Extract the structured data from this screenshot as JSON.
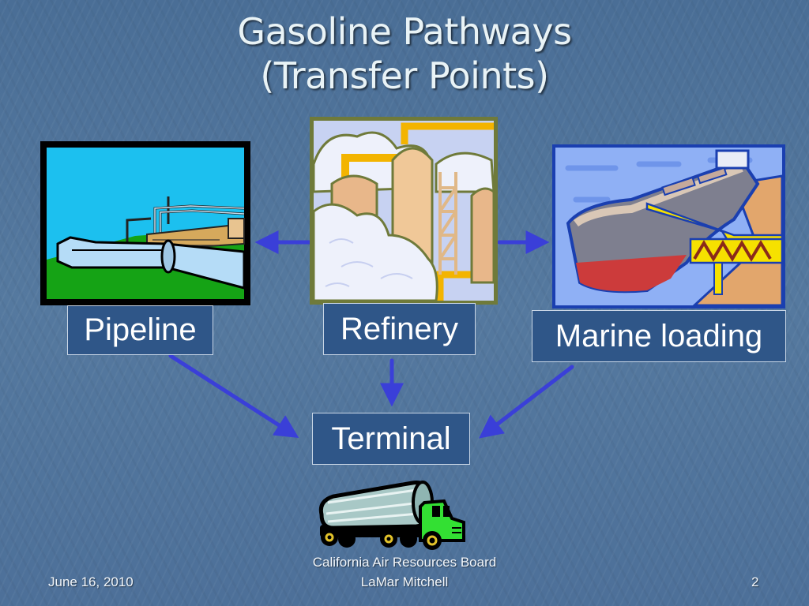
{
  "slide": {
    "title_line1": "Gasoline Pathways",
    "title_line2": "(Transfer Points)",
    "background_color": "#4a6d94"
  },
  "nodes": {
    "pipeline": {
      "label": "Pipeline",
      "icon": "pipeline-clipart"
    },
    "refinery": {
      "label": "Refinery",
      "icon": "refinery-clipart"
    },
    "marine": {
      "label": "Marine loading",
      "icon": "tanker-ship-clipart"
    },
    "terminal": {
      "label": "Terminal",
      "icon": "tanker-truck-clipart"
    }
  },
  "edges": [
    {
      "from": "Refinery",
      "to": "Pipeline"
    },
    {
      "from": "Refinery",
      "to": "Marine loading"
    },
    {
      "from": "Refinery",
      "to": "Terminal"
    },
    {
      "from": "Pipeline",
      "to": "Terminal"
    },
    {
      "from": "Marine loading",
      "to": "Terminal"
    }
  ],
  "colors": {
    "arrow": "#3a3fd8",
    "label_fill": "#2f5688",
    "label_border": "#c9d6e6"
  },
  "footer": {
    "date": "June 16, 2010",
    "org": "California Air Resources Board",
    "author": "LaMar Mitchell",
    "page_number": "2"
  }
}
